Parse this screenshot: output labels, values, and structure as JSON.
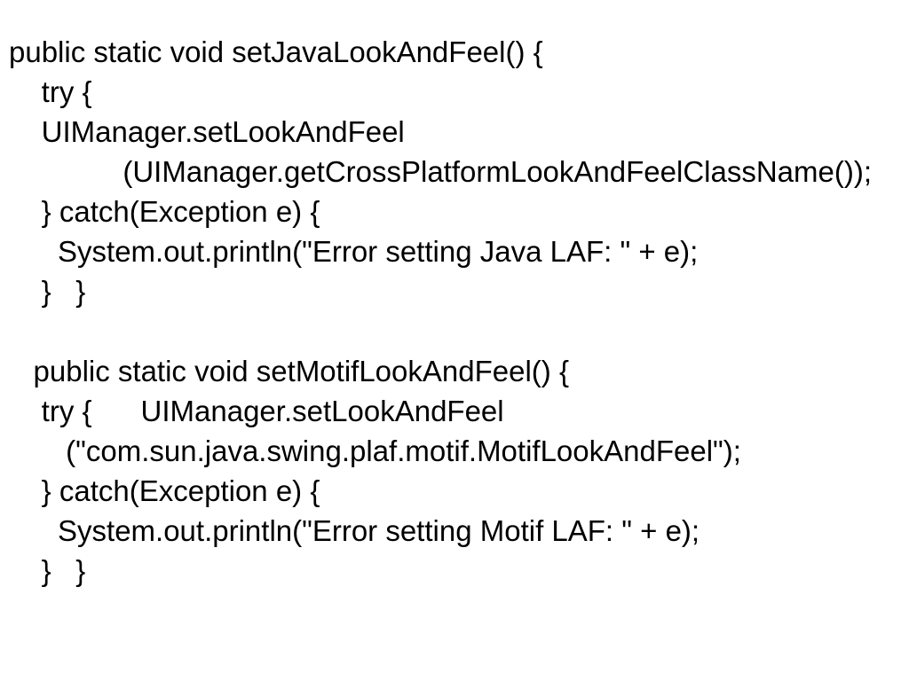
{
  "slide": {
    "background_color": "#ffffff",
    "text_color": "#000000"
  },
  "code": {
    "language": "java",
    "lines": [
      "public static void setJavaLookAndFeel() {",
      "    try {",
      "    UIManager.setLookAndFeel",
      "              (UIManager.getCrossPlatformLookAndFeelClassName());",
      "    } catch(Exception e) {",
      "      System.out.println(\"Error setting Java LAF: \" + e);",
      "    }   }",
      "",
      "   public static void setMotifLookAndFeel() {",
      "    try {      UIManager.setLookAndFeel",
      "       (\"com.sun.java.swing.plaf.motif.MotifLookAndFeel\");",
      "    } catch(Exception e) {",
      "      System.out.println(\"Error setting Motif LAF: \" + e);",
      "    }   }"
    ]
  }
}
